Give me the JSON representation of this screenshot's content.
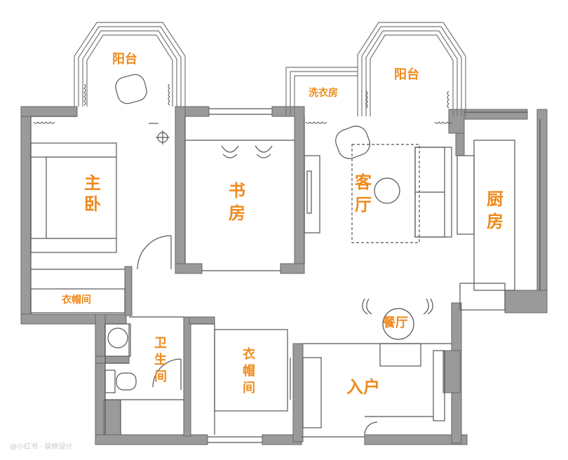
{
  "rooms": {
    "balcony_left": "阳台",
    "balcony_right": "阳台",
    "laundry": "洗衣房",
    "master_bedroom": [
      "主",
      "卧"
    ],
    "study": [
      "书",
      "房"
    ],
    "living_room": [
      "客",
      "厅"
    ],
    "kitchen": [
      "厨",
      "房"
    ],
    "closet_bedroom": "衣帽间",
    "dining": "餐厅",
    "bathroom": [
      "卫",
      "生",
      "间"
    ],
    "closet_corridor": [
      "衣",
      "帽",
      "间"
    ],
    "entrance": "入户"
  },
  "watermark": "@小红书 · 装修设计",
  "colors": {
    "wall": "#9a9a9a",
    "wall_stroke": "#666666",
    "label": "#ee8a1c",
    "line": "#555555"
  }
}
